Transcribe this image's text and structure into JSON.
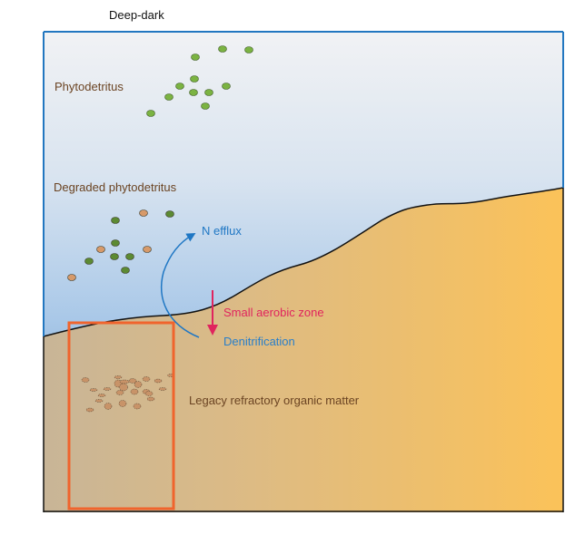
{
  "title": "Deep-dark",
  "labels": {
    "phytodetritus": "Phytodetritus",
    "degraded_phytodetritus": "Degraded phytodetritus",
    "n_efflux": "N efflux",
    "small_aerobic_zone": "Small aerobic zone",
    "denitrification": "Denitrification",
    "legacy_organic_matter": "Legacy refractory organic matter"
  },
  "colors": {
    "title_text": "#111111",
    "label_text_brown": "#6b4423",
    "n_efflux_blue": "#1f77c4",
    "aerobic_red": "#e0245e",
    "denitrification_blue": "#2a7fc9",
    "highlight_box": "#f0642d",
    "water_top": "#f1f2f4",
    "water_bottom": "#4f78a8",
    "sediment_left": "#c8b597",
    "sediment_right": "#fbc259",
    "frame_blue": "#2277c0",
    "fresh_particle": "#7bb342",
    "degraded_green_particle": "#5c8a33",
    "degraded_brown_particle": "#d79a6a",
    "legacy_particle": "#c89368"
  },
  "particles": {
    "fresh_count": 12,
    "degraded_green_count": 7,
    "degraded_brown_count": 4
  }
}
